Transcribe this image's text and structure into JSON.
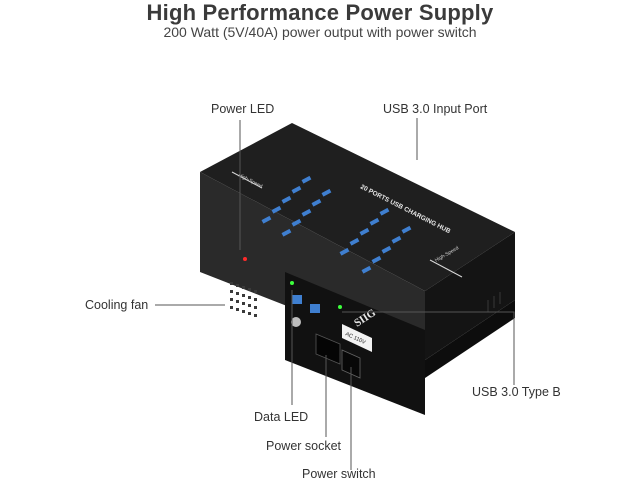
{
  "header": {
    "title": "High Performance Power Supply",
    "subtitle": "200 Watt (5V/40A) power output with power switch"
  },
  "callouts": {
    "power_led": "Power LED",
    "usb_input_port": "USB 3.0 Input Port",
    "cooling_fan": "Cooling fan",
    "usb_type_b": "USB 3.0 Type B",
    "data_led": "Data LED",
    "power_socket": "Power socket",
    "power_switch": "Power switch"
  },
  "device": {
    "top_label": "20 PORTS USB CHARGING HUB",
    "brand": "SIIG",
    "voltage_label": "AC  110V",
    "side_label_left": "High-Speed",
    "side_label_right": "High-Speed",
    "body_color": "#1b1b1b",
    "port_color": "#3f7fd0",
    "led_red": "#ff2a2a",
    "led_green": "#3cff3c"
  }
}
